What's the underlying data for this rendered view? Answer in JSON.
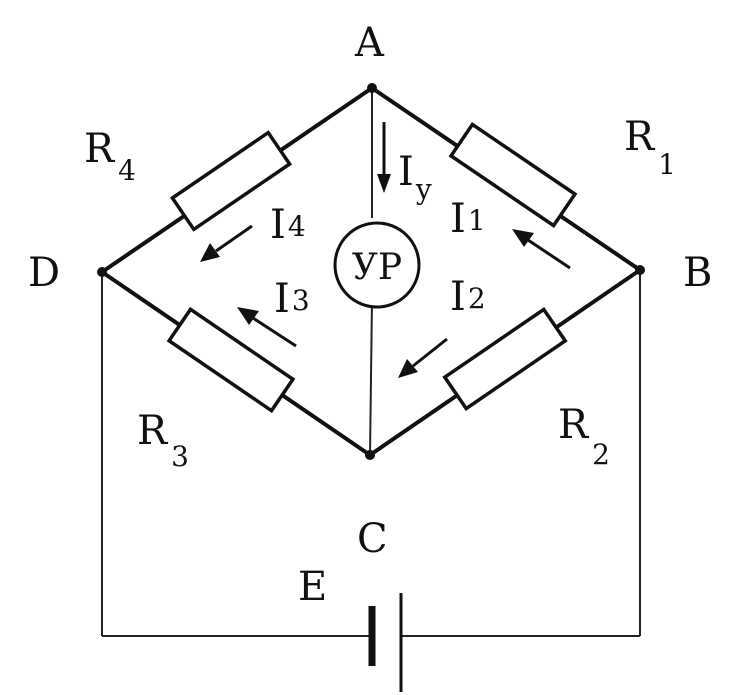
{
  "nodes": {
    "A": "A",
    "B": "B",
    "C": "C",
    "D": "D"
  },
  "resistors": {
    "r1": {
      "main": "R",
      "sub": "1"
    },
    "r2": {
      "main": "R",
      "sub": "2"
    },
    "r3": {
      "main": "R",
      "sub": "3"
    },
    "r4": {
      "main": "R",
      "sub": "4"
    }
  },
  "currents": {
    "i1": {
      "main": "I",
      "sub": "1"
    },
    "i2": {
      "main": "I",
      "sub": "2"
    },
    "i3": {
      "main": "I",
      "sub": "3"
    },
    "i4": {
      "main": "I",
      "sub": "4"
    },
    "iy": {
      "main": "I",
      "sub": "y"
    }
  },
  "meter_label": "УР",
  "source_label": "E"
}
